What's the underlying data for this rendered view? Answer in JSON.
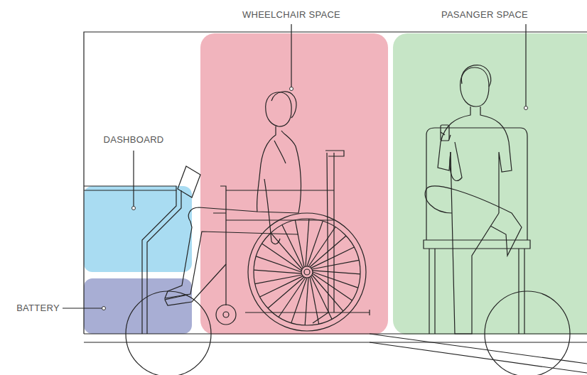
{
  "diagram": {
    "labels": [
      "WHEELCHAIR SPACE",
      "PASANGER SPACE",
      "DASHBOARD",
      "BATTERY"
    ]
  }
}
